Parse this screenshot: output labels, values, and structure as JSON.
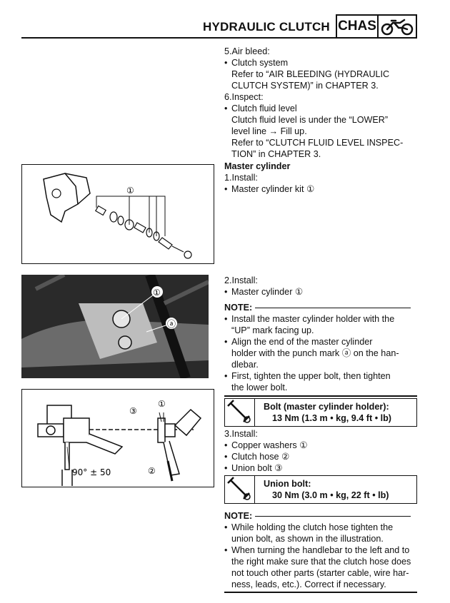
{
  "header": {
    "title": "HYDRAULIC CLUTCH",
    "section_badge": "CHAS",
    "section_icon": "motorcycle-icon"
  },
  "steps_top": {
    "s5": "5.Air bleed:",
    "s5_b1": "Clutch system",
    "s5_r1": "Refer to “AIR BLEEDING (HYDRAULIC",
    "s5_r2": "CLUTCH SYSTEM)” in CHAPTER 3.",
    "s6": "6.Inspect:",
    "s6_b1": "Clutch fluid level",
    "s6_r1": "Clutch fluid level is under the “LOWER”",
    "s6_r2": "level line → Fill up.",
    "s6_r3": "Refer to “CLUTCH FLUID LEVEL INSPEC-",
    "s6_r4": "TION” in CHAPTER 3."
  },
  "master": {
    "heading": "Master cylinder",
    "s1": "1.Install:",
    "s1_b1": "Master cylinder kit ①",
    "s2": "2.Install:",
    "s2_b1": "Master cylinder ①"
  },
  "note1": {
    "label": "NOTE:",
    "l1": "Install the master cylinder holder with the",
    "l2": "“UP” mark facing up.",
    "l3": "Align the end of the master cylinder",
    "l4": "holder with the punch mark ⓐ on the han-",
    "l5": "dlebar.",
    "l6": "First, tighten the upper bolt, then tighten",
    "l7": "the lower bolt."
  },
  "spec1": {
    "line1": "Bolt (master cylinder holder):",
    "line2": "13 Nm (1.3 m • kg, 9.4 ft • lb)"
  },
  "step3": {
    "s3": "3.Install:",
    "b1": "Copper washers ①",
    "b2": "Clutch hose ②",
    "b3": "Union bolt ③"
  },
  "spec2": {
    "line1": "Union bolt:",
    "line2": "30 Nm (3.0 m • kg, 22 ft • lb)"
  },
  "note2": {
    "label": "NOTE:",
    "l1": "While holding the clutch hose tighten the",
    "l2": "union bolt, as shown in the illustration.",
    "l3": "When turning the handlebar to the left and to",
    "l4": "the right make sure that the clutch hose does",
    "l5": "not touch other parts (starter cable, wire har-",
    "l6": "ness, leads, etc.). Correct if necessary."
  },
  "figures": {
    "fig1_callout": "①",
    "fig2_callout1": "①",
    "fig2_callout2": "ⓐ",
    "fig3_callout1": "③",
    "fig3_callout2": "①",
    "fig3_callout3": "②",
    "fig3_angle": "90° ± 50"
  }
}
